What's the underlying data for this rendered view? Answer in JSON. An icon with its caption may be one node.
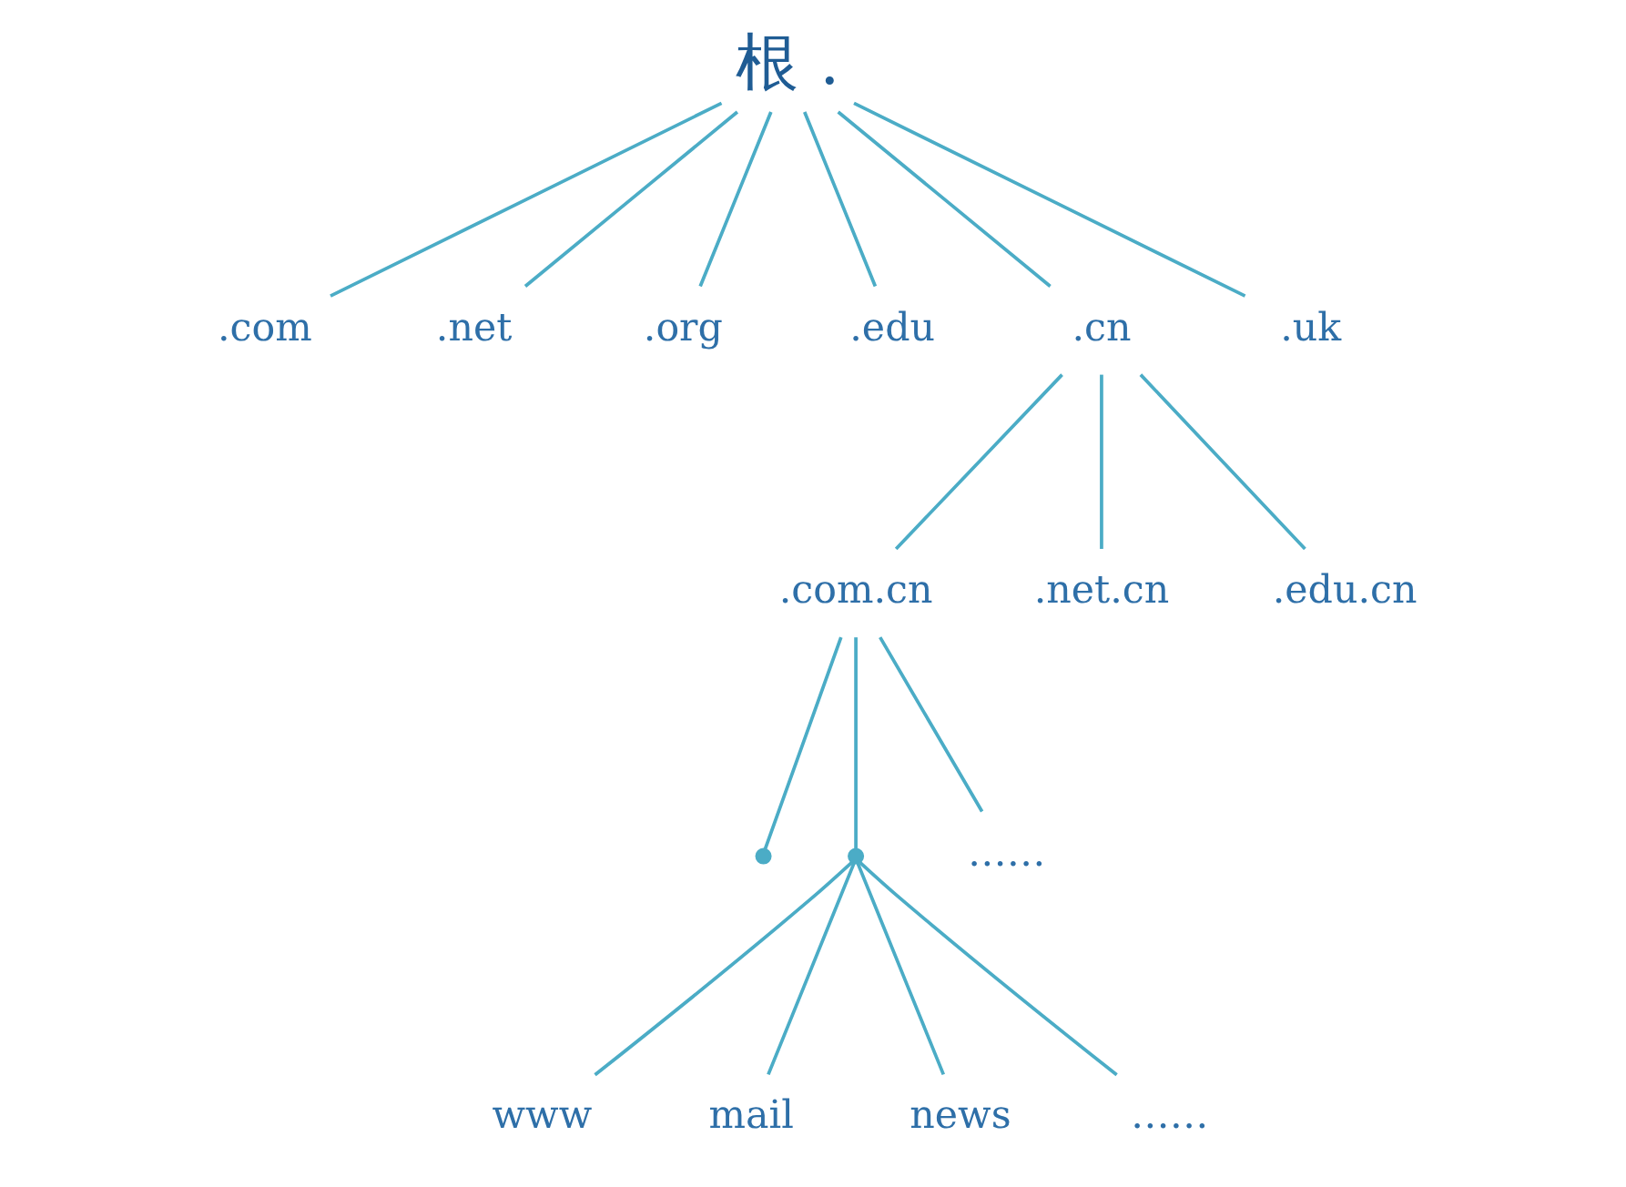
{
  "diagram": {
    "nodes": [
      {
        "text": [
          "根 ."
        ]
      },
      {
        "text": [
          ".com"
        ]
      },
      {
        "text": [
          ".net"
        ]
      },
      {
        "text": [
          ".org"
        ]
      },
      {
        "text": [
          ".edu"
        ]
      },
      {
        "text": [
          ".cn"
        ]
      },
      {
        "text": [
          ".uk"
        ]
      },
      {
        "text": [
          ".com.cn"
        ]
      },
      {
        "text": [
          ".net.cn"
        ]
      },
      {
        "text": [
          ".edu.cn"
        ]
      },
      {
        "text": [],
        "shape": "point"
      },
      {
        "text": [],
        "shape": "point"
      },
      {
        "text": [
          "……"
        ]
      },
      {
        "text": [
          "www"
        ]
      },
      {
        "text": [
          "mail"
        ]
      },
      {
        "text": [
          "news"
        ]
      },
      {
        "text": [
          "……"
        ]
      }
    ],
    "edges": [
      {
        "from": 0,
        "to": 1,
        "arrow": "none"
      },
      {
        "from": 0,
        "to": 2,
        "arrow": "none"
      },
      {
        "from": 0,
        "to": 3,
        "arrow": "none"
      },
      {
        "from": 0,
        "to": 4,
        "arrow": "none"
      },
      {
        "from": 0,
        "to": 5,
        "arrow": "none"
      },
      {
        "from": 0,
        "to": 6,
        "arrow": "none"
      },
      {
        "from": 5,
        "to": 7,
        "arrow": "none"
      },
      {
        "from": 5,
        "to": 8,
        "arrow": "none"
      },
      {
        "from": 5,
        "to": 9,
        "arrow": "none"
      },
      {
        "from": 7,
        "to": 10,
        "arrow": "none"
      },
      {
        "from": 7,
        "to": 11,
        "arrow": "none"
      },
      {
        "from": 7,
        "to": 12,
        "arrow": "none"
      },
      {
        "from": 11,
        "to": 13,
        "arrow": "none"
      },
      {
        "from": 11,
        "to": 14,
        "arrow": "none"
      },
      {
        "from": 11,
        "to": 15,
        "arrow": "none"
      },
      {
        "from": 11,
        "to": 16,
        "arrow": "none"
      }
    ]
  }
}
